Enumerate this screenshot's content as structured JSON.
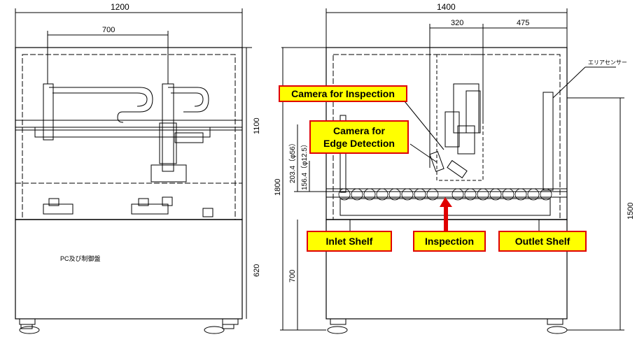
{
  "front_view": {
    "overall_width": "1200",
    "rail_span": "700",
    "upper_height": "1100",
    "lower_height": "620",
    "panel_label": "PC及び制御盤"
  },
  "side_view": {
    "overall_width": "1400",
    "camera_offset": "320",
    "outlet_offset": "475",
    "area_sensor": "エリアセンサー",
    "total_height": "1800",
    "dim_203": "203.4（φ56）",
    "dim_156": "156.4（φ12.5）",
    "base_height": "700",
    "sensor_height": "1500"
  },
  "callouts": {
    "camera_inspection": "Camera for Inspection",
    "camera_edge_line1": "Camera for",
    "camera_edge_line2": "Edge Detection",
    "inlet_shelf": "Inlet Shelf",
    "inspection": "Inspection",
    "outlet_shelf": "Outlet Shelf"
  },
  "colors": {
    "callout_fill": "#ffff00",
    "callout_border": "#e00000",
    "arrow": "#e00000",
    "line": "#000000"
  }
}
